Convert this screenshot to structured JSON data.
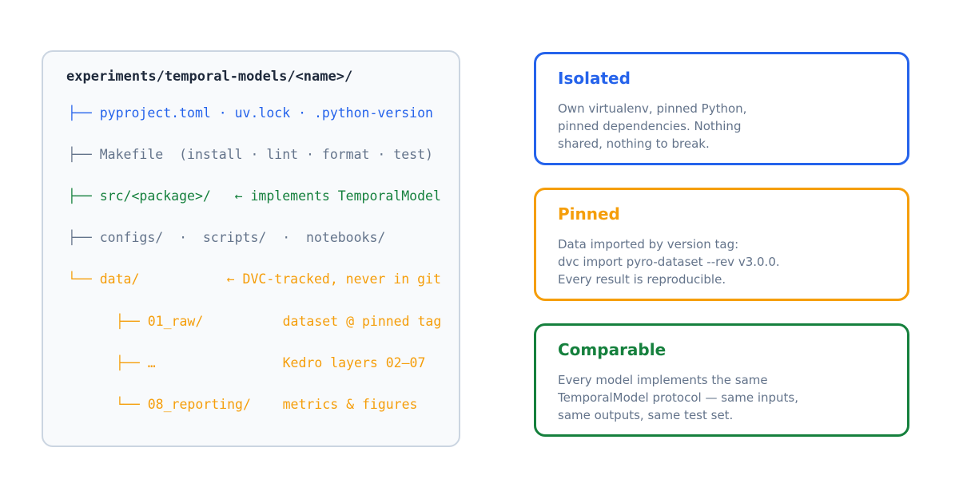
{
  "tree": {
    "title": "experiments/temporal-models/<name>/",
    "lines": [
      {
        "text": "├── pyproject.toml · uv.lock · .python-version",
        "color": "#2563eb"
      },
      {
        "text": "├── Makefile  (install · lint · format · test)",
        "color": "#64748b"
      },
      {
        "text": "├── src/<package>/   ← implements TemporalModel",
        "color": "#15803d"
      },
      {
        "text": "├── configs/  ·  scripts/  ·  notebooks/",
        "color": "#64748b"
      },
      {
        "text": "└── data/           ← DVC-tracked, never in git",
        "color": "#f59e0b"
      },
      {
        "text": "├── 01_raw/          dataset @ pinned tag",
        "color": "#f59e0b"
      },
      {
        "text": "├── …                Kedro layers 02–07",
        "color": "#f59e0b"
      },
      {
        "text": "└── 08_reporting/    metrics & figures",
        "color": "#f59e0b"
      }
    ]
  },
  "cards": [
    {
      "title": "Isolated",
      "color": "#2563eb",
      "lines": [
        "Own virtualenv, pinned Python,",
        "pinned dependencies. Nothing",
        "shared, nothing to break."
      ]
    },
    {
      "title": "Pinned",
      "color": "#f59e0b",
      "lines": [
        "Data imported by version tag:",
        "dvc import pyro-dataset --rev v3.0.0.",
        "Every result is reproducible."
      ]
    },
    {
      "title": "Comparable",
      "color": "#15803d",
      "lines": [
        "Every model implements the same",
        "TemporalModel protocol — same inputs,",
        "same outputs, same test set."
      ]
    }
  ]
}
